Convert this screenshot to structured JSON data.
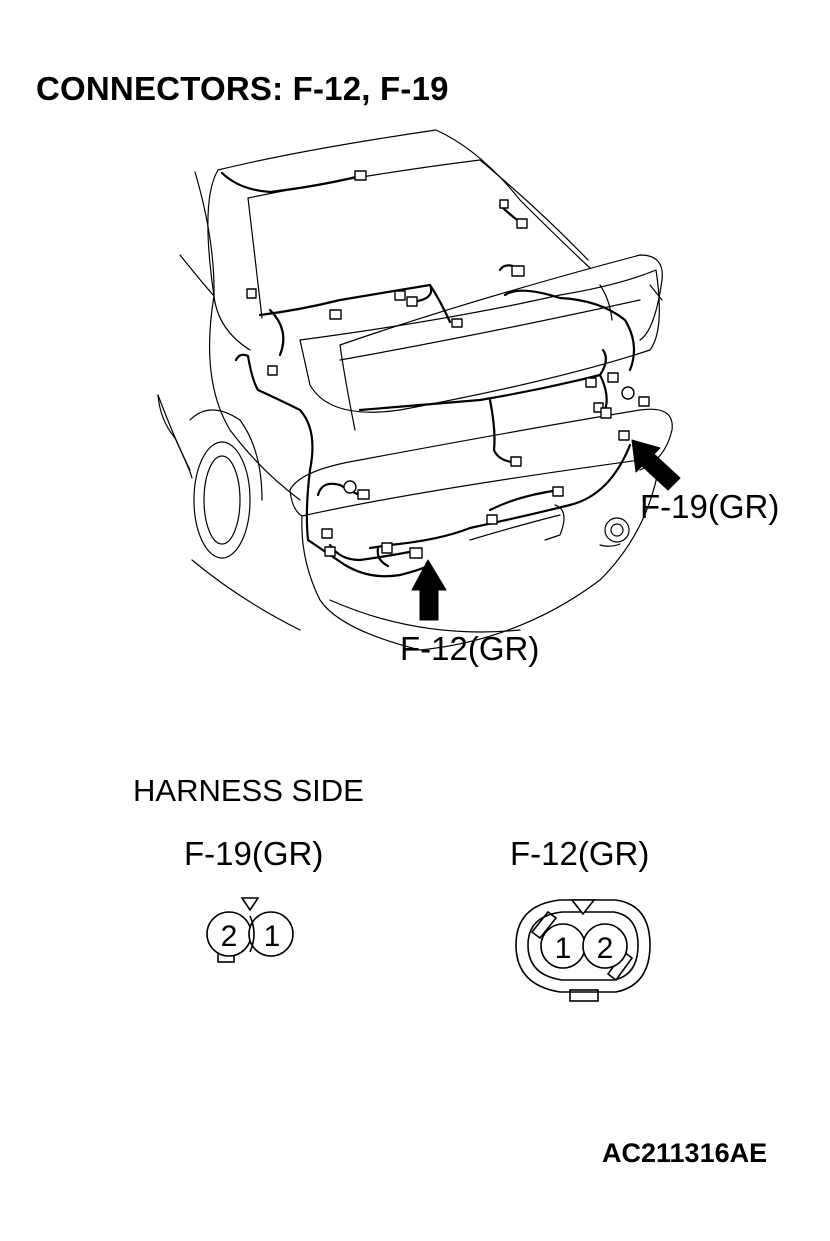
{
  "title": "CONNECTORS: F-12, F-19",
  "callouts": {
    "f19": "F-19(GR)",
    "f12": "F-12(GR)"
  },
  "harness": {
    "section_label": "HARNESS SIDE",
    "f19": {
      "label": "F-19(GR)",
      "pins": [
        "2",
        "1"
      ]
    },
    "f12": {
      "label": "F-12(GR)",
      "pins": [
        "1",
        "2"
      ]
    }
  },
  "figure_id": "AC211316AE"
}
